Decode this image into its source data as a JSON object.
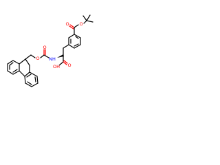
{
  "molecule": {
    "atom_labels": {
      "o_ester_carbonyl": "O",
      "o_ester": "O",
      "o_fmoc_ether": "O",
      "o_fmoc_carbonyl": "O",
      "nh": "NH",
      "o_acid_carbonyl": "O",
      "oh": "OH"
    },
    "colors": {
      "carbon": "#000000",
      "oxygen": "#ff0000",
      "nitrogen": "#0000ff",
      "background": "#ffffff"
    }
  }
}
